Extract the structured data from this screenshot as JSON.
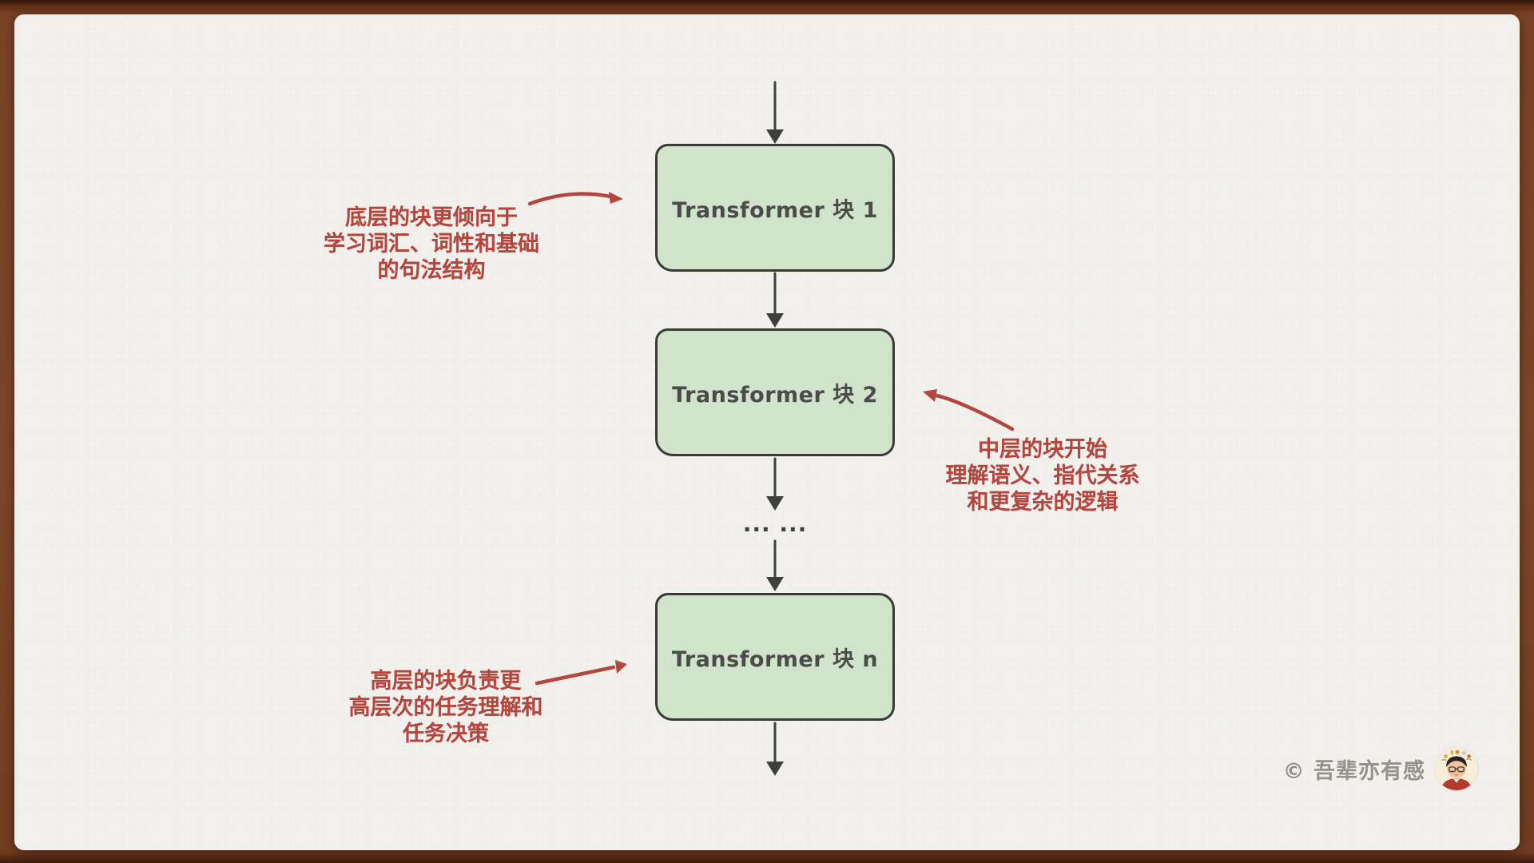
{
  "page": {
    "copyright": "© 吾辈亦有感"
  },
  "colors": {
    "frame_brown": "#7d4527",
    "paper": "#f1f0ec",
    "block_fill": "#cfe4cb",
    "block_border": "#3a3a38",
    "block_text": "#4b4b49",
    "flow_arrow": "#3f3f3d",
    "annotation_red": "#b2473f",
    "copyright_gray": "#96918a"
  },
  "diagram": {
    "blocks": [
      {
        "label": "Transformer 块 1"
      },
      {
        "label": "Transformer 块 2"
      },
      {
        "label": "Transformer 块 n"
      }
    ],
    "ellipsis": "... ...",
    "annotations": [
      {
        "id": "bottom-layers",
        "side": "left",
        "lines": [
          "底层的块更倾向于",
          "学习词汇、词性和基础",
          "的句法结构"
        ]
      },
      {
        "id": "middle-layers",
        "side": "right",
        "lines": [
          "中层的块开始",
          "理解语义、指代关系",
          "和更复杂的逻辑"
        ]
      },
      {
        "id": "top-layers",
        "side": "left",
        "lines": [
          "高层的块负责更",
          "高层次的任务理解和",
          "任务决策"
        ]
      }
    ]
  }
}
